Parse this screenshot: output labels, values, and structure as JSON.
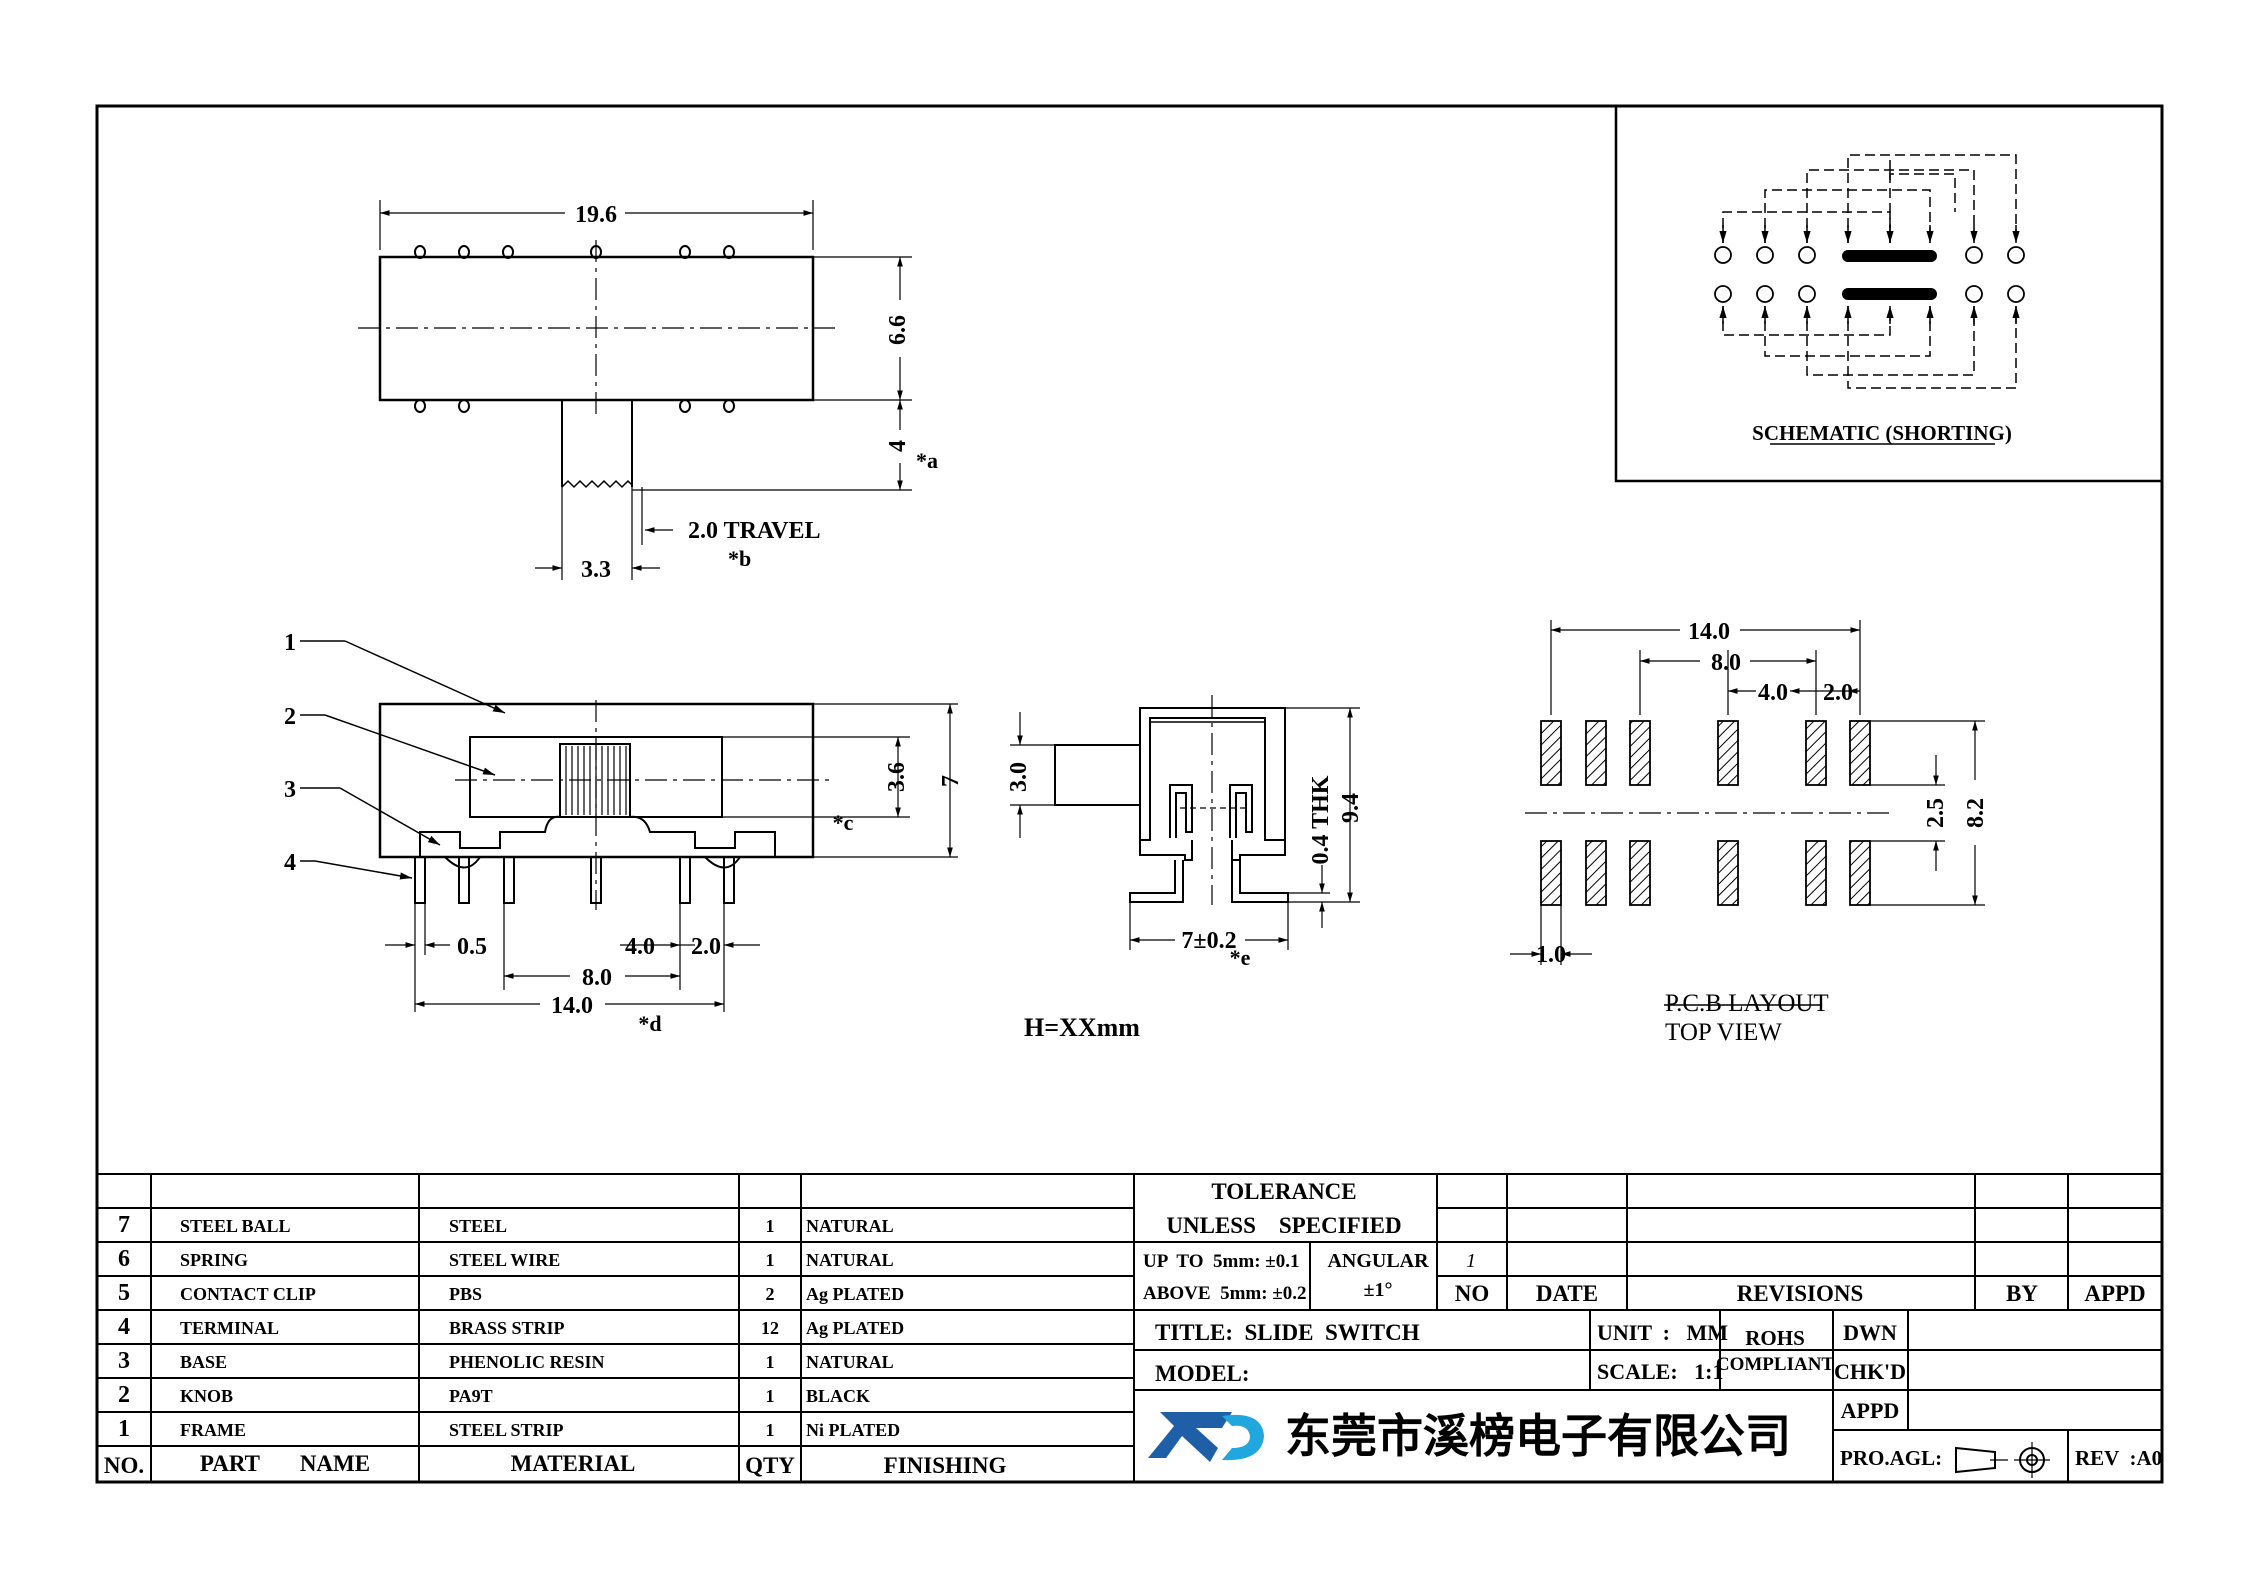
{
  "top_view": {
    "dim_width": "19.6",
    "dim_height": "6.6",
    "dim_knob": "4",
    "note_a": "*a",
    "dim_knob_width": "3.3",
    "travel": "2.0  TRAVEL",
    "note_b": "*b"
  },
  "side_view": {
    "leaders": [
      "1",
      "2",
      "3",
      "4"
    ],
    "dim_pin": "0.5",
    "dim_4": "4.0",
    "dim_2": "2.0",
    "dim_8": "8.0",
    "dim_14": "14.0",
    "note_d": "*d",
    "note_c": "*c",
    "dim_36": "3.6",
    "dim_7": "7"
  },
  "end_view": {
    "dim_knob_h": "3.0",
    "dim_total": "9.4",
    "dim_thk": "0.4  THK",
    "dim_base": "7±0.2",
    "note_e": "*e",
    "height_note": "H=XXmm"
  },
  "schematic": {
    "caption": "SCHEMATIC  (SHORTING)"
  },
  "pcb_layout": {
    "dim_14": "14.0",
    "dim_8": "8.0",
    "dim_4": "4.0",
    "dim_2": "2.0",
    "dim_25": "2.5",
    "dim_82": "8.2",
    "dim_10": "1.0",
    "title": "P.C.B  LAYOUT",
    "subtitle": "TOP  VIEW"
  },
  "parts_table": {
    "headers": {
      "no": "NO.",
      "part": "PART       NAME",
      "material": "MATERIAL",
      "qty": "QTY",
      "finishing": "FINISHING"
    },
    "rows": [
      {
        "no": "7",
        "part": "STEEL  BALL",
        "material": "STEEL",
        "qty": "1",
        "finishing": "NATURAL"
      },
      {
        "no": "6",
        "part": "SPRING",
        "material": "STEEL  WIRE",
        "qty": "1",
        "finishing": "NATURAL"
      },
      {
        "no": "5",
        "part": "CONTACT  CLIP",
        "material": "PBS",
        "qty": "2",
        "finishing": "Ag  PLATED"
      },
      {
        "no": "4",
        "part": "TERMINAL",
        "material": "BRASS  STRIP",
        "qty": "12",
        "finishing": "Ag  PLATED"
      },
      {
        "no": "3",
        "part": "BASE",
        "material": "PHENOLIC  RESIN",
        "qty": "1",
        "finishing": "NATURAL"
      },
      {
        "no": "2",
        "part": "KNOB",
        "material": "PA9T",
        "qty": "1",
        "finishing": "BLACK"
      },
      {
        "no": "1",
        "part": "FRAME",
        "material": "STEEL  STRIP",
        "qty": "1",
        "finishing": "Ni  PLATED"
      }
    ]
  },
  "tolerance": {
    "line1": "TOLERANCE",
    "line2": "UNLESS    SPECIFIED",
    "up_to": "UP  TO  5mm: ±0.1",
    "above": "ABOVE  5mm: ±0.2",
    "angular": "ANGULAR",
    "angular_value": "±1°",
    "rev_entry": "1"
  },
  "revisions": {
    "no": "NO",
    "date": "DATE",
    "revisions": "REVISIONS",
    "by": "BY",
    "appd": "APPD"
  },
  "title_block": {
    "title": "TITLE:  SLIDE  SWITCH",
    "model": "MODEL:",
    "unit": "UNIT  :   MM",
    "scale": "SCALE:   1:1",
    "rohs1": "ROHS",
    "rohs2": "COMPLIANT",
    "dwn": "DWN",
    "chkd": "CHK'D",
    "appd": "APPD",
    "company": "东莞市溪榜电子有限公司",
    "logo_text": "XD",
    "pro_agl": "PRO.AGL:",
    "rev": "REV  :A0"
  },
  "colors": {
    "ink": "#000000",
    "logo_blue": "#1e5fa8",
    "logo_cyan": "#21a6de"
  }
}
